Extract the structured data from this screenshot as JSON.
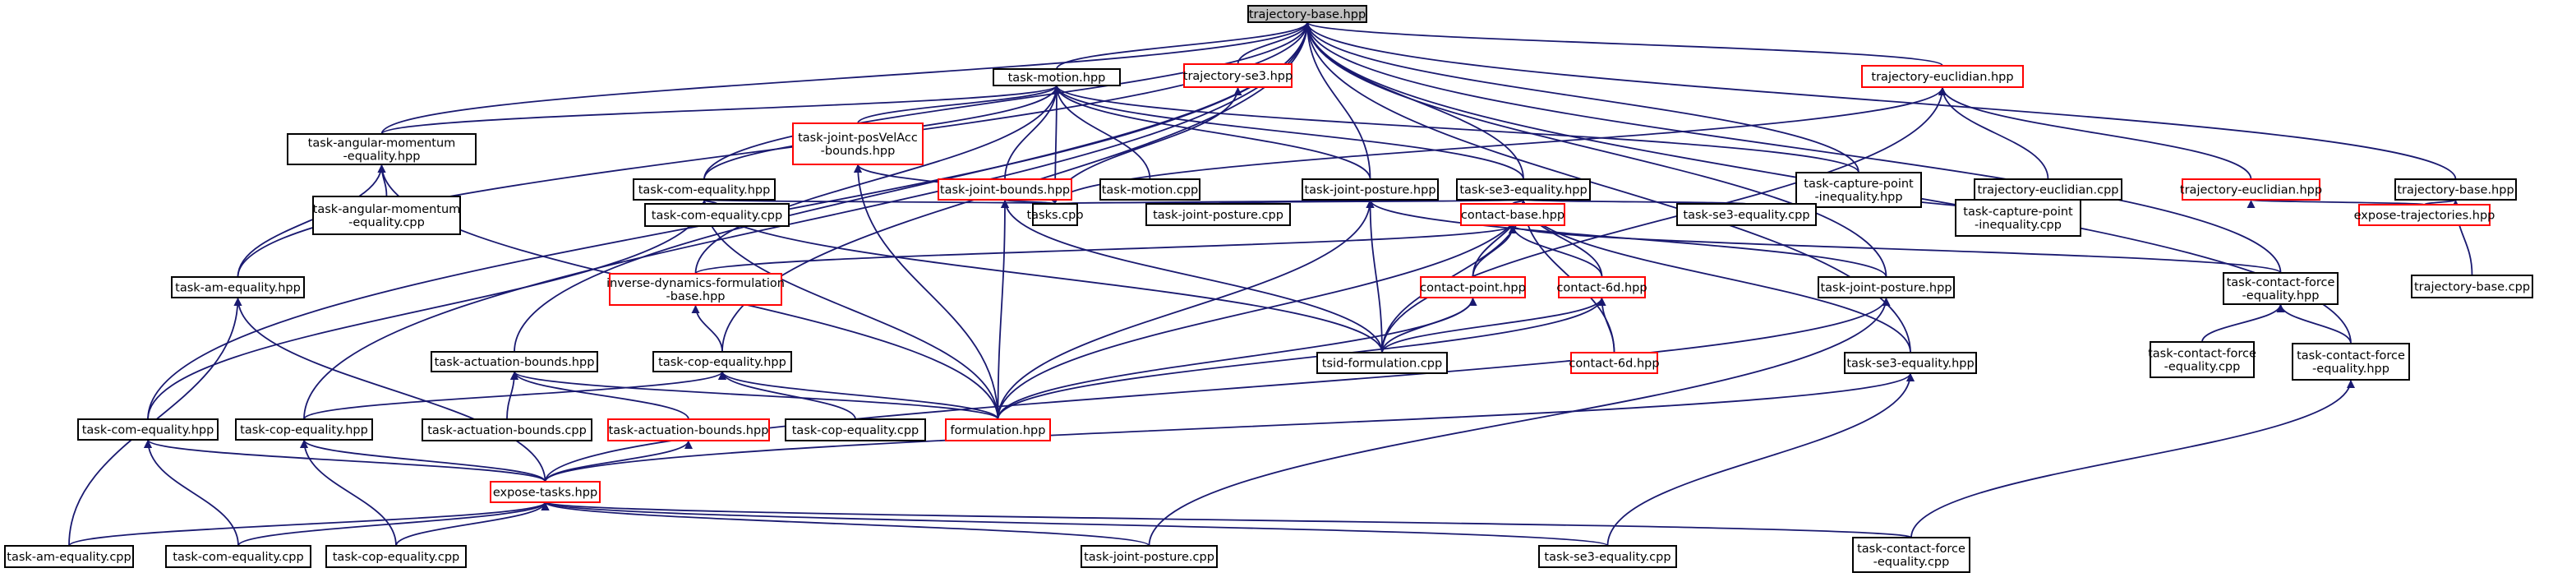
{
  "graph": {
    "colors": {
      "edge": "#191970",
      "node_border_default": "#000000",
      "node_border_incomplete": "#ff0000",
      "node_root_fill": "#bfbfbf",
      "node_fill": "#ffffff"
    },
    "nodes": [
      {
        "id": "root",
        "lines": [
          "trajectory-base.hpp"
        ],
        "style": "root"
      },
      {
        "id": "tm",
        "lines": [
          "task-motion.hpp"
        ],
        "style": "black"
      },
      {
        "id": "tse3r",
        "lines": [
          "trajectory-se3.hpp"
        ],
        "style": "red"
      },
      {
        "id": "teucr",
        "lines": [
          "trajectory-euclidian.hpp"
        ],
        "style": "red"
      },
      {
        "id": "tamh",
        "lines": [
          "task-angular-momentum",
          "-equality.hpp"
        ],
        "style": "black"
      },
      {
        "id": "tceh",
        "lines": [
          "task-com-equality.hpp"
        ],
        "style": "black"
      },
      {
        "id": "tjpva",
        "lines": [
          "task-joint-posVelAcc",
          "-bounds.hpp"
        ],
        "style": "red"
      },
      {
        "id": "tjbh",
        "lines": [
          "task-joint-bounds.hpp"
        ],
        "style": "red"
      },
      {
        "id": "tmcpp",
        "lines": [
          "task-motion.cpp"
        ],
        "style": "black"
      },
      {
        "id": "tjph",
        "lines": [
          "task-joint-posture.hpp"
        ],
        "style": "black"
      },
      {
        "id": "tse3h",
        "lines": [
          "task-se3-equality.hpp"
        ],
        "style": "black"
      },
      {
        "id": "tcpih",
        "lines": [
          "task-capture-point",
          "-inequality.hpp"
        ],
        "style": "black"
      },
      {
        "id": "teuccpp",
        "lines": [
          "trajectory-euclidian.cpp"
        ],
        "style": "black"
      },
      {
        "id": "teucr2",
        "lines": [
          "trajectory-euclidian.hpp"
        ],
        "style": "red"
      },
      {
        "id": "tbh2",
        "lines": [
          "trajectory-base.hpp"
        ],
        "style": "black"
      },
      {
        "id": "tamcpp",
        "lines": [
          "task-angular-momentum",
          "-equality.cpp"
        ],
        "style": "black"
      },
      {
        "id": "tcecpp",
        "lines": [
          "task-com-equality.cpp"
        ],
        "style": "black"
      },
      {
        "id": "taskscpp",
        "lines": [
          "tasks.cpp"
        ],
        "style": "black"
      },
      {
        "id": "tjpcpp",
        "lines": [
          "task-joint-posture.cpp"
        ],
        "style": "black"
      },
      {
        "id": "tse3cpp",
        "lines": [
          "task-se3-equality.cpp"
        ],
        "style": "black"
      },
      {
        "id": "tcpicpp",
        "lines": [
          "task-capture-point",
          "-inequality.cpp"
        ],
        "style": "black"
      },
      {
        "id": "exptraj",
        "lines": [
          "expose-trajectories.hpp"
        ],
        "style": "red"
      },
      {
        "id": "tbcpp",
        "lines": [
          "trajectory-base.cpp"
        ],
        "style": "black"
      },
      {
        "id": "tameh",
        "lines": [
          "task-am-equality.hpp"
        ],
        "style": "black"
      },
      {
        "id": "idfb",
        "lines": [
          "inverse-dynamics-formulation",
          "-base.hpp"
        ],
        "style": "red"
      },
      {
        "id": "cbh",
        "lines": [
          "contact-base.hpp"
        ],
        "style": "red"
      },
      {
        "id": "cph",
        "lines": [
          "contact-point.hpp"
        ],
        "style": "red"
      },
      {
        "id": "c6dh",
        "lines": [
          "contact-6d.hpp"
        ],
        "style": "red"
      },
      {
        "id": "tjph2",
        "lines": [
          "task-joint-posture.hpp"
        ],
        "style": "black"
      },
      {
        "id": "tcfeh",
        "lines": [
          "task-contact-force",
          "-equality.hpp"
        ],
        "style": "black"
      },
      {
        "id": "tabh",
        "lines": [
          "task-actuation-bounds.hpp"
        ],
        "style": "black"
      },
      {
        "id": "tcopeh",
        "lines": [
          "task-cop-equality.hpp"
        ],
        "style": "black"
      },
      {
        "id": "tsidcpp",
        "lines": [
          "tsid-formulation.cpp"
        ],
        "style": "black"
      },
      {
        "id": "c6dh2",
        "lines": [
          "contact-6d.hpp"
        ],
        "style": "red"
      },
      {
        "id": "tse3h2",
        "lines": [
          "task-se3-equality.hpp"
        ],
        "style": "black"
      },
      {
        "id": "tcfecpp",
        "lines": [
          "task-contact-force",
          "-equality.cpp"
        ],
        "style": "black"
      },
      {
        "id": "tcfeh2",
        "lines": [
          "task-contact-force",
          "-equality.hpp"
        ],
        "style": "black"
      },
      {
        "id": "tceh2",
        "lines": [
          "task-com-equality.hpp"
        ],
        "style": "black"
      },
      {
        "id": "tcopeh2",
        "lines": [
          "task-cop-equality.hpp"
        ],
        "style": "black"
      },
      {
        "id": "tabcpp",
        "lines": [
          "task-actuation-bounds.cpp"
        ],
        "style": "black"
      },
      {
        "id": "tabr",
        "lines": [
          "task-actuation-bounds.hpp"
        ],
        "style": "red"
      },
      {
        "id": "tcopcpp",
        "lines": [
          "task-cop-equality.cpp"
        ],
        "style": "black"
      },
      {
        "id": "formr",
        "lines": [
          "formulation.hpp"
        ],
        "style": "red"
      },
      {
        "id": "exptasks",
        "lines": [
          "expose-tasks.hpp"
        ],
        "style": "red"
      },
      {
        "id": "tamecpp",
        "lines": [
          "task-am-equality.cpp"
        ],
        "style": "black"
      },
      {
        "id": "tcecpp2",
        "lines": [
          "task-com-equality.cpp"
        ],
        "style": "black"
      },
      {
        "id": "tcopcpp2",
        "lines": [
          "task-cop-equality.cpp"
        ],
        "style": "black"
      },
      {
        "id": "tjpcpp2",
        "lines": [
          "task-joint-posture.cpp"
        ],
        "style": "black"
      },
      {
        "id": "tse3cpp2",
        "lines": [
          "task-se3-equality.cpp"
        ],
        "style": "black"
      },
      {
        "id": "tcfecpp2",
        "lines": [
          "task-contact-force",
          "-equality.cpp"
        ],
        "style": "black"
      }
    ],
    "edges": [
      [
        "tm",
        "root"
      ],
      [
        "tse3r",
        "root"
      ],
      [
        "teucr",
        "root"
      ],
      [
        "tamh",
        "root"
      ],
      [
        "tceh",
        "root"
      ],
      [
        "tjph",
        "root"
      ],
      [
        "tse3h",
        "root"
      ],
      [
        "tcpih",
        "root"
      ],
      [
        "tbh2",
        "root"
      ],
      [
        "tameh",
        "root"
      ],
      [
        "tabh",
        "root"
      ],
      [
        "tcopeh",
        "root"
      ],
      [
        "tceh2",
        "root"
      ],
      [
        "tcopeh2",
        "root"
      ],
      [
        "tse3h2",
        "root"
      ],
      [
        "tcfeh",
        "root"
      ],
      [
        "tcfeh2",
        "root"
      ],
      [
        "tjph2",
        "root"
      ],
      [
        "tamh",
        "tm"
      ],
      [
        "tceh",
        "tm"
      ],
      [
        "tjpva",
        "tm"
      ],
      [
        "tjbh",
        "tm"
      ],
      [
        "tmcpp",
        "tm"
      ],
      [
        "tjph",
        "tm"
      ],
      [
        "tse3h",
        "tm"
      ],
      [
        "tcpih",
        "tm"
      ],
      [
        "idfb",
        "tm"
      ],
      [
        "taskscpp",
        "tm"
      ],
      [
        "taskscpp",
        "tse3r"
      ],
      [
        "taskscpp",
        "teucr"
      ],
      [
        "teuccpp",
        "teucr"
      ],
      [
        "teucr2",
        "teucr"
      ],
      [
        "tsidcpp",
        "teucr"
      ],
      [
        "exptraj",
        "teucr2"
      ],
      [
        "exptraj",
        "tbh2"
      ],
      [
        "tbcpp",
        "tbh2"
      ],
      [
        "tamcpp",
        "tamh"
      ],
      [
        "tameh",
        "tamh"
      ],
      [
        "formr",
        "tamh"
      ],
      [
        "tcecpp",
        "tceh"
      ],
      [
        "taskscpp",
        "tceh"
      ],
      [
        "tceh2",
        "tceh"
      ],
      [
        "formr",
        "tceh"
      ],
      [
        "tsidcpp",
        "tceh"
      ],
      [
        "taskscpp",
        "tjpva"
      ],
      [
        "formr",
        "tjpva"
      ],
      [
        "taskscpp",
        "tjbh"
      ],
      [
        "formr",
        "tjbh"
      ],
      [
        "tsidcpp",
        "tjbh"
      ],
      [
        "taskscpp",
        "tjph"
      ],
      [
        "tjpcpp",
        "tjph"
      ],
      [
        "tsidcpp",
        "tjph"
      ],
      [
        "tjph2",
        "tjph"
      ],
      [
        "formr",
        "tjph"
      ],
      [
        "taskscpp",
        "tse3h"
      ],
      [
        "tse3cpp",
        "tse3h"
      ],
      [
        "cbh",
        "tse3h"
      ],
      [
        "cph",
        "tse3h"
      ],
      [
        "c6dh",
        "tse3h"
      ],
      [
        "tsidcpp",
        "tse3h"
      ],
      [
        "c6dh2",
        "tse3h"
      ],
      [
        "tse3h2",
        "tse3h"
      ],
      [
        "formr",
        "tse3h"
      ],
      [
        "tcpicpp",
        "tcpih"
      ],
      [
        "cph",
        "cbh"
      ],
      [
        "c6dh",
        "cbh"
      ],
      [
        "idfb",
        "cbh"
      ],
      [
        "tcfeh",
        "cbh"
      ],
      [
        "tsidcpp",
        "cph"
      ],
      [
        "formr",
        "cph"
      ],
      [
        "tsidcpp",
        "c6dh"
      ],
      [
        "c6dh2",
        "c6dh"
      ],
      [
        "formr",
        "c6dh"
      ],
      [
        "tcopeh",
        "idfb"
      ],
      [
        "exptasks",
        "tjph2"
      ],
      [
        "tjpcpp2",
        "tjph2"
      ],
      [
        "tcfecpp",
        "tcfeh"
      ],
      [
        "tcfeh2",
        "tcfeh"
      ],
      [
        "tabcpp",
        "tabh"
      ],
      [
        "tabr",
        "tabh"
      ],
      [
        "formr",
        "tabh"
      ],
      [
        "tcopcpp",
        "tcopeh"
      ],
      [
        "formr",
        "tcopeh"
      ],
      [
        "tcopeh2",
        "tcopeh"
      ],
      [
        "exptasks",
        "tse3h2"
      ],
      [
        "tse3cpp2",
        "tse3h2"
      ],
      [
        "tcfecpp2",
        "tcfeh2"
      ],
      [
        "exptasks",
        "tceh2"
      ],
      [
        "tcecpp2",
        "tceh2"
      ],
      [
        "exptasks",
        "tcopeh2"
      ],
      [
        "tcopcpp2",
        "tcopeh2"
      ],
      [
        "exptasks",
        "tabr"
      ],
      [
        "exptasks",
        "tameh"
      ],
      [
        "tamecpp",
        "tameh"
      ],
      [
        "tamecpp",
        "exptasks"
      ],
      [
        "tcecpp2",
        "exptasks"
      ],
      [
        "tcopcpp2",
        "exptasks"
      ],
      [
        "tjpcpp2",
        "exptasks"
      ],
      [
        "tse3cpp2",
        "exptasks"
      ],
      [
        "tcfecpp2",
        "exptasks"
      ]
    ]
  }
}
